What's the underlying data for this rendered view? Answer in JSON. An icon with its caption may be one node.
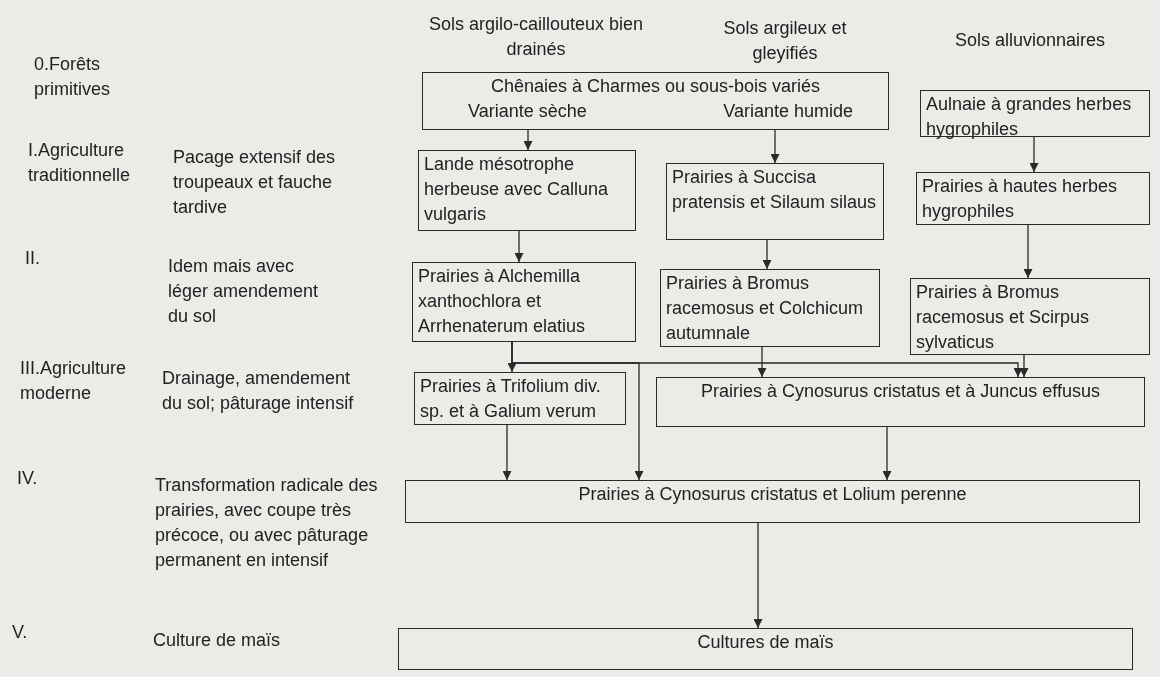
{
  "diagram": {
    "nodes": [
      {
        "text": [
          "Chênaies à Charmes ou sous-bois variés",
          "Variante sèche",
          "Variante humide"
        ]
      },
      {
        "text": [
          "Aulnaie à grandes herbes hygrophiles"
        ]
      },
      {
        "text": [
          "Lande mésotrophe herbeuse avec Calluna vulgaris"
        ]
      },
      {
        "text": [
          "Prairies à Succisa pratensis et Silaum silaus"
        ]
      },
      {
        "text": [
          "Prairies à hautes herbes hygrophiles"
        ]
      },
      {
        "text": [
          "Prairies à Alchemilla xanthochlora et Arrhenaterum elatius"
        ]
      },
      {
        "text": [
          "Prairies à Bromus racemosus et Colchicum autumnale"
        ]
      },
      {
        "text": [
          "Prairies à Bromus racemosus et Scirpus sylvaticus"
        ]
      },
      {
        "text": [
          "Prairies à Trifolium div. sp. et à Galium verum"
        ]
      },
      {
        "text": [
          "Prairies à Cynosurus cristatus et à Juncus effusus"
        ]
      },
      {
        "text": [
          "Prairies à Cynosurus cristatus et Lolium perenne"
        ]
      },
      {
        "text": [
          "Cultures de maïs"
        ]
      }
    ],
    "edges": [
      {
        "from": 0,
        "to": 2,
        "arrow": "to"
      },
      {
        "from": 0,
        "to": 3,
        "arrow": "to"
      },
      {
        "from": 1,
        "to": 4,
        "arrow": "to"
      },
      {
        "from": 2,
        "to": 5,
        "arrow": "to"
      },
      {
        "from": 3,
        "to": 6,
        "arrow": "to"
      },
      {
        "from": 4,
        "to": 7,
        "arrow": "to"
      },
      {
        "from": 5,
        "to": 8,
        "arrow": "to"
      },
      {
        "from": 5,
        "to": 10,
        "arrow": "to"
      },
      {
        "from": 5,
        "to": 9,
        "arrow": "to"
      },
      {
        "from": 6,
        "to": 9,
        "arrow": "to"
      },
      {
        "from": 7,
        "to": 9,
        "arrow": "to"
      },
      {
        "from": 8,
        "to": 10,
        "arrow": "to"
      },
      {
        "from": 9,
        "to": 10,
        "arrow": "to"
      },
      {
        "from": 10,
        "to": 11,
        "arrow": "to"
      }
    ],
    "labels": [
      "Sols argilo-caillouteux bien drainés",
      "Sols argileux et gleyifiés",
      "Sols alluvionnaires",
      "0.Forêts primitives",
      "I.Agriculture traditionnelle",
      "Pacage extensif des troupeaux et fauche tardive",
      "II.",
      "Idem mais avec léger amendement du sol",
      "III.Agriculture moderne",
      "Drainage, amendement du sol; pâturage intensif",
      "IV.",
      "Transformation radicale des prairies, avec coupe très précoce, ou avec pâturage permanent en intensif",
      "V.",
      "Culture de maïs"
    ]
  }
}
